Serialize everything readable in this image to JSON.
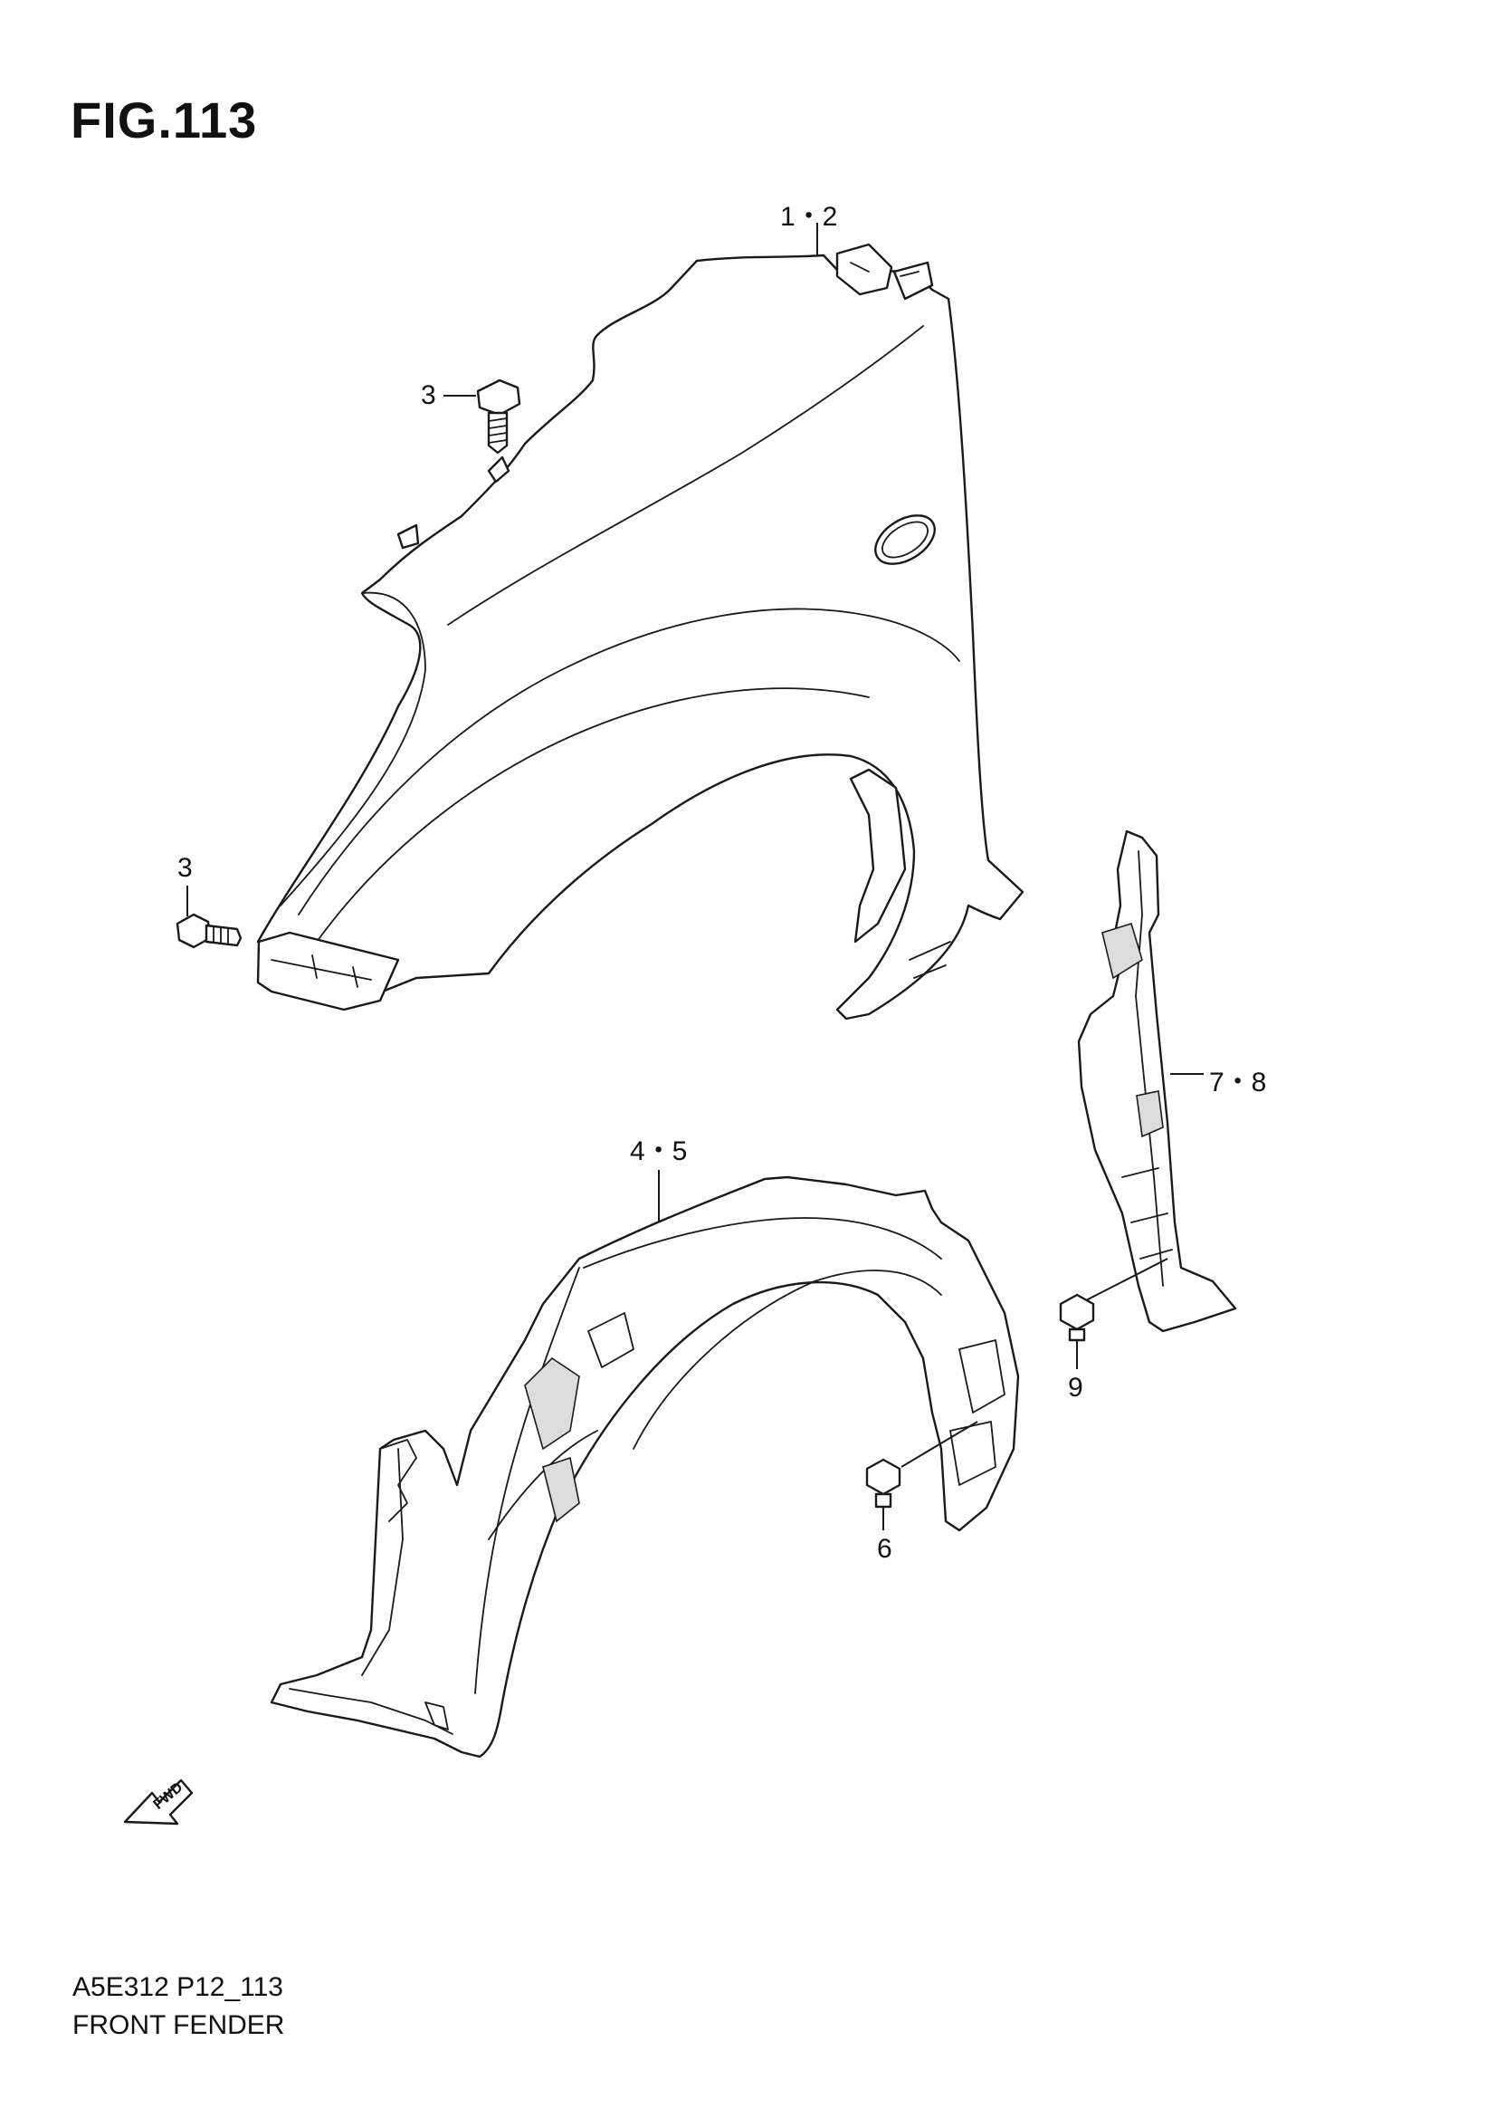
{
  "figure": {
    "title": "FIG.113"
  },
  "callouts": [
    {
      "id": "fender",
      "label": "1・2"
    },
    {
      "id": "bolt-top",
      "label": "3"
    },
    {
      "id": "bolt-front",
      "label": "3"
    },
    {
      "id": "fender-liner",
      "label": "4・5"
    },
    {
      "id": "liner-screw",
      "label": "6"
    },
    {
      "id": "fender-seal",
      "label": "7・8"
    },
    {
      "id": "seal-clip",
      "label": "9"
    }
  ],
  "direction_marker": {
    "label": "FWD"
  },
  "footer": {
    "code": "A5E312 P12_113",
    "name": "FRONT FENDER"
  }
}
